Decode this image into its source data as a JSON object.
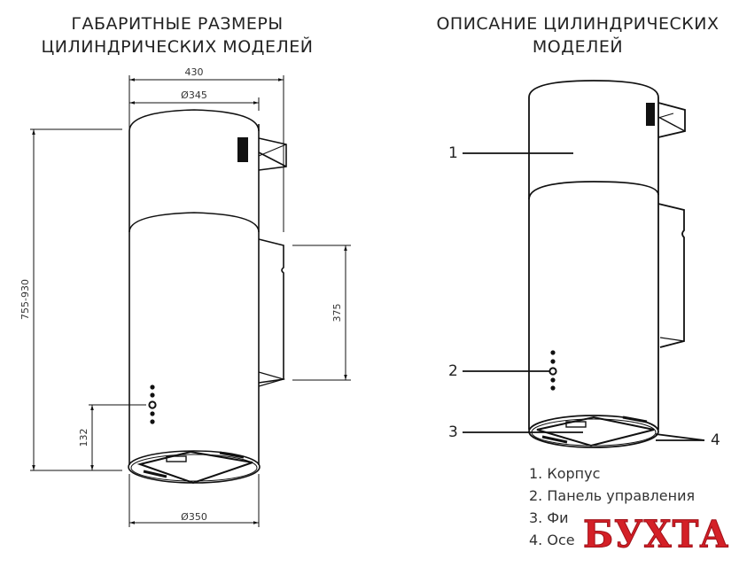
{
  "left_panel": {
    "title_lines": [
      "ГАБАРИТНЫЕ РАЗМЕРЫ",
      "ЦИЛИНДРИЧЕСКИХ МОДЕЛЕЙ"
    ],
    "dimensions": {
      "overall_width": "430",
      "body_diameter_top": "Ø345",
      "body_diameter_bottom": "Ø350",
      "height_range": "755-930",
      "bracket_height": "375",
      "control_panel_height": "132"
    }
  },
  "right_panel": {
    "title_lines": [
      "ОПИСАНИЕ ЦИЛИНДРИЧЕСКИХ",
      "МОДЕЛЕЙ"
    ],
    "callouts": [
      "1",
      "2",
      "3",
      "4"
    ],
    "legend": [
      "1. Корпус",
      "2. Панель управления",
      "3. Фи",
      "4. Осе"
    ]
  },
  "watermark": {
    "text": "БУХТА",
    "color": "#d42027"
  },
  "colors": {
    "line": "#111111",
    "background": "#ffffff"
  }
}
